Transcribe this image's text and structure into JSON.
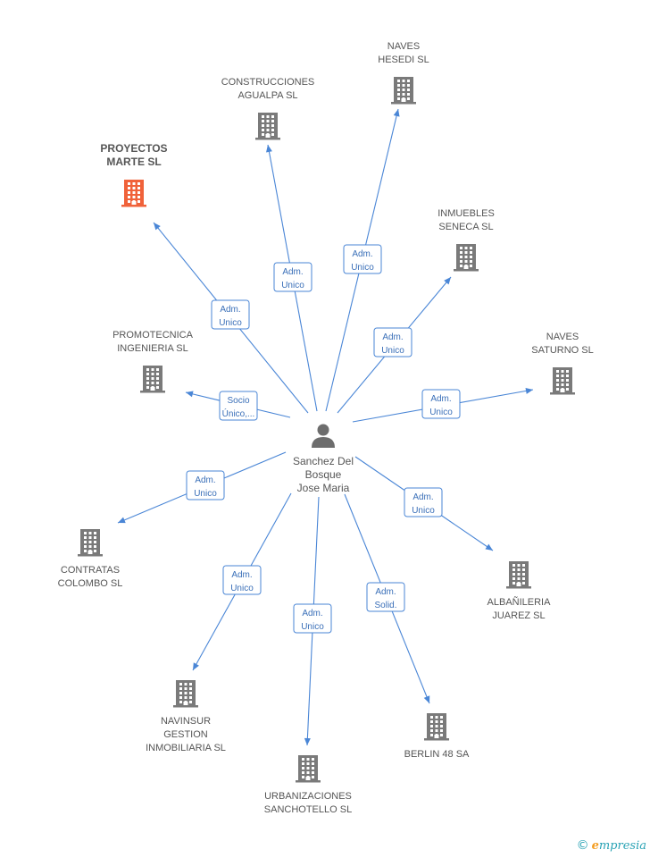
{
  "colors": {
    "edge": "#4a86d6",
    "building": "#7a7a7a",
    "building_highlight": "#f0623a",
    "person": "#6d6d6d",
    "label": "#555555"
  },
  "center": {
    "name_lines": [
      "Sanchez Del",
      "Bosque",
      "Jose Maria"
    ],
    "icon": "person-icon"
  },
  "companies": [
    {
      "id": "proyectos-marte",
      "name_lines": [
        "PROYECTOS",
        "MARTE SL"
      ],
      "highlight": true,
      "relation": [
        "Adm.",
        "Unico"
      ]
    },
    {
      "id": "construcciones-agualpa",
      "name_lines": [
        "CONSTRUCCIONES",
        "AGUALPA SL"
      ],
      "highlight": false,
      "relation": [
        "Adm.",
        "Unico"
      ]
    },
    {
      "id": "naves-hesedi",
      "name_lines": [
        "NAVES",
        "HESEDI SL"
      ],
      "highlight": false,
      "relation": [
        "Adm.",
        "Unico"
      ]
    },
    {
      "id": "inmuebles-seneca",
      "name_lines": [
        "INMUEBLES",
        "SENECA SL"
      ],
      "highlight": false,
      "relation": [
        "Adm.",
        "Unico"
      ]
    },
    {
      "id": "naves-saturno",
      "name_lines": [
        "NAVES",
        "SATURNO SL"
      ],
      "highlight": false,
      "relation": [
        "Adm.",
        "Unico"
      ]
    },
    {
      "id": "promotecnica-ingenieria",
      "name_lines": [
        "PROMOTECNICA",
        "INGENIERIA SL"
      ],
      "highlight": false,
      "relation": [
        "Socio",
        "Único,..."
      ]
    },
    {
      "id": "contratas-colombo",
      "name_lines": [
        "CONTRATAS",
        "COLOMBO SL"
      ],
      "highlight": false,
      "relation": [
        "Adm.",
        "Unico"
      ]
    },
    {
      "id": "albanileria-juarez",
      "name_lines": [
        "ALBAÑILERIA",
        "JUAREZ SL"
      ],
      "highlight": false,
      "relation": [
        "Adm.",
        "Unico"
      ]
    },
    {
      "id": "navinsur-gestion",
      "name_lines": [
        "NAVINSUR",
        "GESTION",
        "INMOBILIARIA SL"
      ],
      "highlight": false,
      "relation": [
        "Adm.",
        "Unico"
      ]
    },
    {
      "id": "urbanizaciones-sanchotello",
      "name_lines": [
        "URBANIZACIONES",
        "SANCHOTELLO SL"
      ],
      "highlight": false,
      "relation": [
        "Adm.",
        "Unico"
      ]
    },
    {
      "id": "berlin-48",
      "name_lines": [
        "BERLIN 48 SA"
      ],
      "highlight": false,
      "relation": [
        "Adm.",
        "Solid."
      ]
    }
  ],
  "brand": {
    "copyright": "©",
    "initial": "e",
    "rest": "mpresia"
  }
}
